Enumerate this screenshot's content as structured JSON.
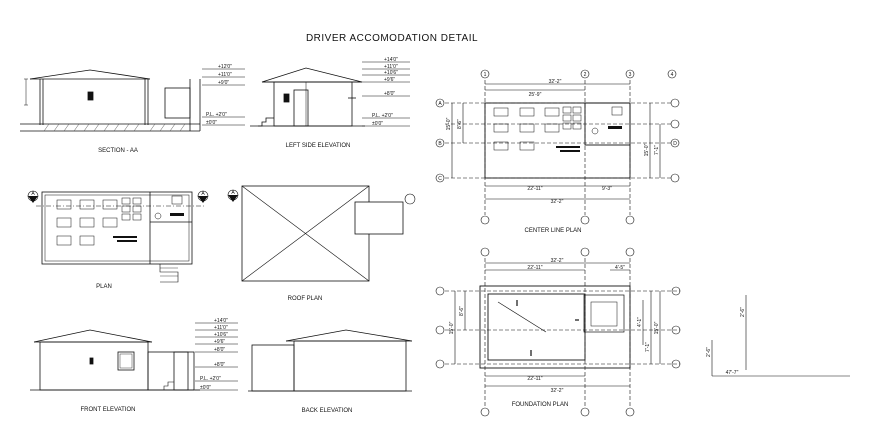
{
  "sheet": {
    "title": "DRIVER ACCOMODATION DETAIL",
    "colors": {
      "ink": "#111111",
      "paper": "#ffffff",
      "hatch": "#555555"
    }
  },
  "views": {
    "section": {
      "caption": "SECTION - AA",
      "levels": [
        "+12'0\"",
        "+11'0\"",
        "+9'0\"",
        "P.L. +2'0\"",
        "±0'0\""
      ]
    },
    "left_side": {
      "caption": "LEFT SIDE ELEVATION",
      "levels": [
        "+14'0\"",
        "+11'0\"",
        "+10'6\"",
        "+9'6\"",
        "+8'0\"",
        "P.L. +2'0\"",
        "±0'0\""
      ]
    },
    "plan": {
      "caption": "PLAN",
      "section_marker": "A"
    },
    "roof": {
      "caption": "ROOF PLAN",
      "section_marker": "A"
    },
    "front": {
      "caption": "FRONT ELEVATION",
      "levels": [
        "+14'0\"",
        "+11'0\"",
        "+10'6\"",
        "+9'6\"",
        "+8'0\"",
        "+8'0\"",
        "P.L. +2'0\"",
        "±0'0\""
      ]
    },
    "back": {
      "caption": "BACK ELEVATION"
    },
    "center_line": {
      "caption": "CENTER LINE PLAN",
      "dims_top": [
        "32'-2\"",
        "25'-9\""
      ],
      "dims_bottom": [
        "22'-11\"",
        "9'-3\"",
        "32'-2\""
      ],
      "dims_left": [
        "8'-6\"",
        "15'-0\""
      ],
      "dims_right": [
        "7'-1\"",
        "15'-0\""
      ],
      "bubbles_top": [
        "1",
        "2",
        "3",
        "4"
      ],
      "bubbles_side": [
        "A",
        "B",
        "C",
        "D"
      ]
    },
    "foundation": {
      "caption": "FOUNDATION PLAN",
      "dims_top": [
        "32'-2\"",
        "22'-11\"",
        "4'-5\""
      ],
      "dims_bottom": [
        "22'-11\"",
        "32'-2\""
      ],
      "dims_left": [
        "8'-6\"",
        "15'-0\""
      ],
      "dims_right": [
        "4'-1\"",
        "7'-1\"",
        "15'-0\""
      ],
      "footing_dims": [
        "2'-6\"",
        "2'-6\""
      ],
      "level_label": "47'-7\""
    }
  }
}
